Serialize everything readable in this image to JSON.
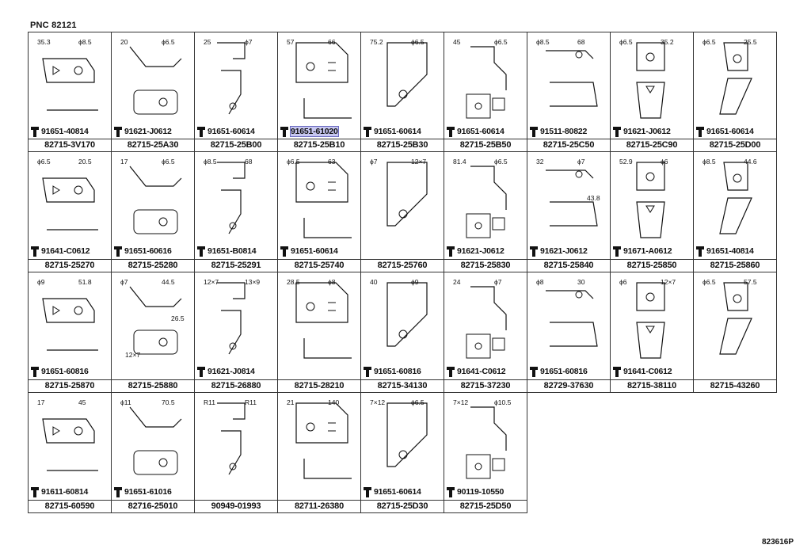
{
  "pnc": "PNC 82121",
  "footer_code": "823616P",
  "rows": [
    [
      {
        "bolt": "91651-40814",
        "part": "82715-3V170",
        "dims": [
          "35.3",
          "ϕ8.5"
        ],
        "hl": false
      },
      {
        "bolt": "91621-J0612",
        "part": "82715-25A30",
        "dims": [
          "20",
          "ϕ6.5"
        ],
        "hl": false
      },
      {
        "bolt": "91651-60614",
        "part": "82715-25B00",
        "dims": [
          "25",
          "ϕ7"
        ],
        "hl": false
      },
      {
        "bolt": "91651-61020",
        "part": "82715-25B10",
        "dims": [
          "57",
          "66"
        ],
        "hl": true
      },
      {
        "bolt": "91651-60614",
        "part": "82715-25B30",
        "dims": [
          "75.2",
          "ϕ6.5"
        ],
        "hl": false
      },
      {
        "bolt": "91651-60614",
        "part": "82715-25B50",
        "dims": [
          "45",
          "ϕ6.5"
        ],
        "hl": false
      },
      {
        "bolt": "91511-80822",
        "part": "82715-25C50",
        "dims": [
          "ϕ8.5",
          "68"
        ],
        "hl": false
      },
      {
        "bolt": "91621-J0612",
        "part": "82715-25C90",
        "dims": [
          "ϕ6.5",
          "35.2"
        ],
        "hl": false
      },
      {
        "bolt": "91651-60614",
        "part": "82715-25D00",
        "dims": [
          "ϕ6.5",
          "25.5"
        ],
        "hl": false
      }
    ],
    [
      {
        "bolt": "91641-C0612",
        "part": "82715-25270",
        "dims": [
          "ϕ6.5",
          "20.5"
        ],
        "hl": false
      },
      {
        "bolt": "91651-60616",
        "part": "82715-25280",
        "dims": [
          "17",
          "ϕ6.5"
        ],
        "hl": false
      },
      {
        "bolt": "91651-B0814",
        "part": "82715-25291",
        "dims": [
          "ϕ8.5",
          "68"
        ],
        "hl": false
      },
      {
        "bolt": "91651-60614",
        "part": "82715-25740",
        "dims": [
          "ϕ6.5",
          "63"
        ],
        "hl": false
      },
      {
        "bolt": "",
        "part": "82715-25760",
        "dims": [
          "ϕ7",
          "12×7"
        ],
        "hl": false
      },
      {
        "bolt": "91621-J0612",
        "part": "82715-25830",
        "dims": [
          "81.4",
          "ϕ6.5"
        ],
        "hl": false
      },
      {
        "bolt": "91621-J0612",
        "part": "82715-25840",
        "dims": [
          "32",
          "ϕ7",
          "43.8"
        ],
        "hl": false
      },
      {
        "bolt": "91671-A0612",
        "part": "82715-25850",
        "dims": [
          "52.9",
          "ϕ6"
        ],
        "hl": false
      },
      {
        "bolt": "91651-40814",
        "part": "82715-25860",
        "dims": [
          "ϕ8.5",
          "44.6"
        ],
        "hl": false
      }
    ],
    [
      {
        "bolt": "91651-60816",
        "part": "82715-25870",
        "dims": [
          "ϕ9",
          "51.8"
        ],
        "hl": false
      },
      {
        "bolt": "",
        "part": "82715-25880",
        "dims": [
          "ϕ7",
          "44.5",
          "26.5",
          "12×7"
        ],
        "hl": false
      },
      {
        "bolt": "91621-J0814",
        "part": "82715-26880",
        "dims": [
          "12×7",
          "13×9"
        ],
        "hl": false
      },
      {
        "bolt": "",
        "part": "82715-28210",
        "dims": [
          "28.5",
          "ϕ8"
        ],
        "hl": false
      },
      {
        "bolt": "91651-60816",
        "part": "82715-34130",
        "dims": [
          "40",
          "ϕ9"
        ],
        "hl": false
      },
      {
        "bolt": "91641-C0612",
        "part": "82715-37230",
        "dims": [
          "24",
          "ϕ7"
        ],
        "hl": false
      },
      {
        "bolt": "91651-60816",
        "part": "82729-37630",
        "dims": [
          "ϕ8",
          "30"
        ],
        "hl": false
      },
      {
        "bolt": "91641-C0612",
        "part": "82715-38110",
        "dims": [
          "ϕ6",
          "12×7"
        ],
        "hl": false
      },
      {
        "bolt": "",
        "part": "82715-43260",
        "dims": [
          "ϕ6.5",
          "57.5"
        ],
        "hl": false
      }
    ],
    [
      {
        "bolt": "91611-60814",
        "part": "82715-60590",
        "dims": [
          "17",
          "45"
        ],
        "hl": false
      },
      {
        "bolt": "91651-61016",
        "part": "82716-25010",
        "dims": [
          "ϕ11",
          "70.5"
        ],
        "hl": false
      },
      {
        "bolt": "",
        "part": "90949-01993",
        "dims": [
          "R11",
          "R11"
        ],
        "hl": false
      },
      {
        "bolt": "",
        "part": "82711-26380",
        "dims": [
          "21",
          "140"
        ],
        "hl": false
      },
      {
        "bolt": "91651-60614",
        "part": "82715-25D30",
        "dims": [
          "7×12",
          "ϕ6.5"
        ],
        "hl": false
      },
      {
        "bolt": "90119-10550",
        "part": "82715-25D50",
        "dims": [
          "7×12",
          "ϕ10.5"
        ],
        "hl": false
      }
    ]
  ]
}
